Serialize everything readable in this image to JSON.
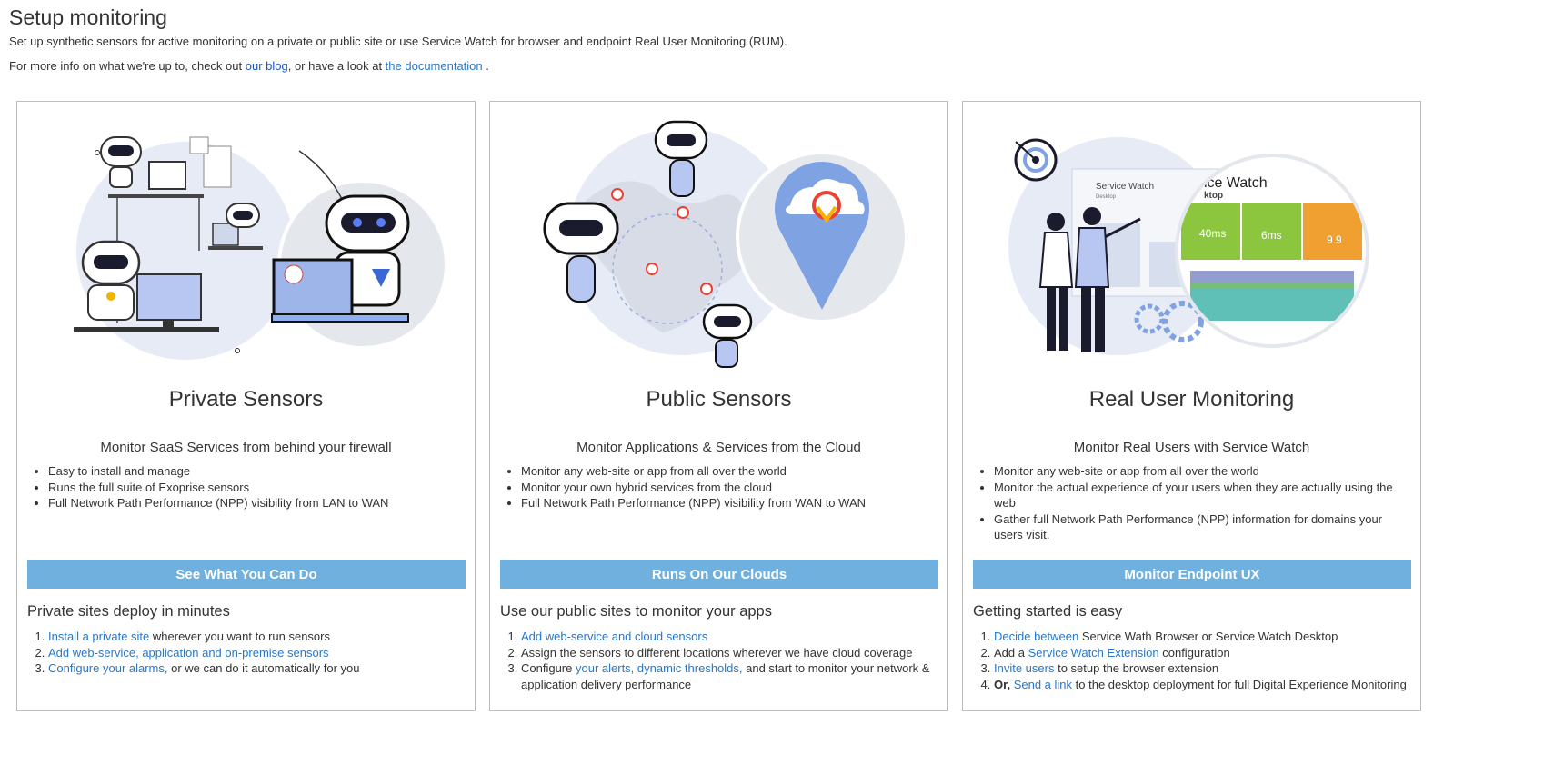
{
  "header": {
    "title": "Setup monitoring",
    "intro": "Set up synthetic sensors for active monitoring on a private or public site or use Service Watch for browser and endpoint Real User Monitoring (RUM).",
    "more_prefix": "For more info on what we're up to, check out ",
    "blog_link": "our blog",
    "more_mid": ", or have a look at ",
    "docs_link": "the documentation",
    "more_suffix": " ."
  },
  "cards": [
    {
      "title": "Private Sensors",
      "subtitle": "Monitor SaaS Services from behind your firewall",
      "features": [
        "Easy to install and manage",
        "Runs the full suite of Exoprise sensors",
        "Full Network Path Performance (NPP) visibility from LAN to WAN"
      ],
      "cta": "See What You Can Do",
      "subhead": "Private sites deploy in minutes",
      "steps": [
        {
          "link": "Install a private site",
          "text": " wherever you want to run sensors"
        },
        {
          "link": "Add web-service, application and on-premise sensors",
          "text": ""
        },
        {
          "link": "Configure your alarms,",
          "text": " or we can do it automatically for you"
        }
      ]
    },
    {
      "title": "Public Sensors",
      "subtitle": "Monitor Applications & Services from the Cloud",
      "features": [
        "Monitor any web-site or app from all over the world",
        "Monitor your own hybrid services from the cloud",
        "Full Network Path Performance (NPP) visibility from WAN to WAN"
      ],
      "cta": "Runs On Our Clouds",
      "subhead": "Use our public sites to monitor your apps",
      "steps": [
        {
          "pre": "",
          "link": "Add web-service and cloud sensors",
          "text": ""
        },
        {
          "pre": "Assign the sensors to different locations wherever we have cloud coverage",
          "link": "",
          "text": ""
        },
        {
          "pre": "Configure ",
          "link": "your alerts, dynamic thresholds,",
          "text": " and start to monitor your network & application delivery performance"
        }
      ]
    },
    {
      "title": "Real User Monitoring",
      "subtitle": "Monitor Real Users with Service Watch",
      "features": [
        "Monitor any web-site or app from all over the world",
        "Monitor the actual experience of your users when they are actually using the web",
        "Gather full Network Path Performance (NPP) information for domains your users visit."
      ],
      "cta": "Monitor Endpoint UX",
      "subhead": "Getting started is easy",
      "steps": [
        {
          "pre": "",
          "link": "Decide between",
          "text": " Service Wath Browser or Service Watch Desktop"
        },
        {
          "pre": "Add a ",
          "link": "Service Watch Extension",
          "text": " configuration"
        },
        {
          "pre": "",
          "link": "Invite users",
          "text": " to setup the browser extension"
        },
        {
          "bold": "Or,",
          "pre": " ",
          "link": "Send a link",
          "text": " to the desktop deployment for full Digital Experience Monitoring"
        }
      ]
    }
  ],
  "art": {
    "rum_screen_label": "Service Watch",
    "rum_screen_sub": "Desktop",
    "rum_zoom_title": "ice Watch",
    "rum_zoom_sub": "ktop",
    "rum_tile1": "40ms",
    "rum_tile2": "6ms",
    "rum_tile3": "9.9"
  },
  "colors": {
    "link": "#2a77c7",
    "cta_bg": "#6fb0de",
    "illustration_light": "#e6ebf5",
    "illustration_accent": "#a8c0ea",
    "robot_face": "#1b1b2e"
  }
}
